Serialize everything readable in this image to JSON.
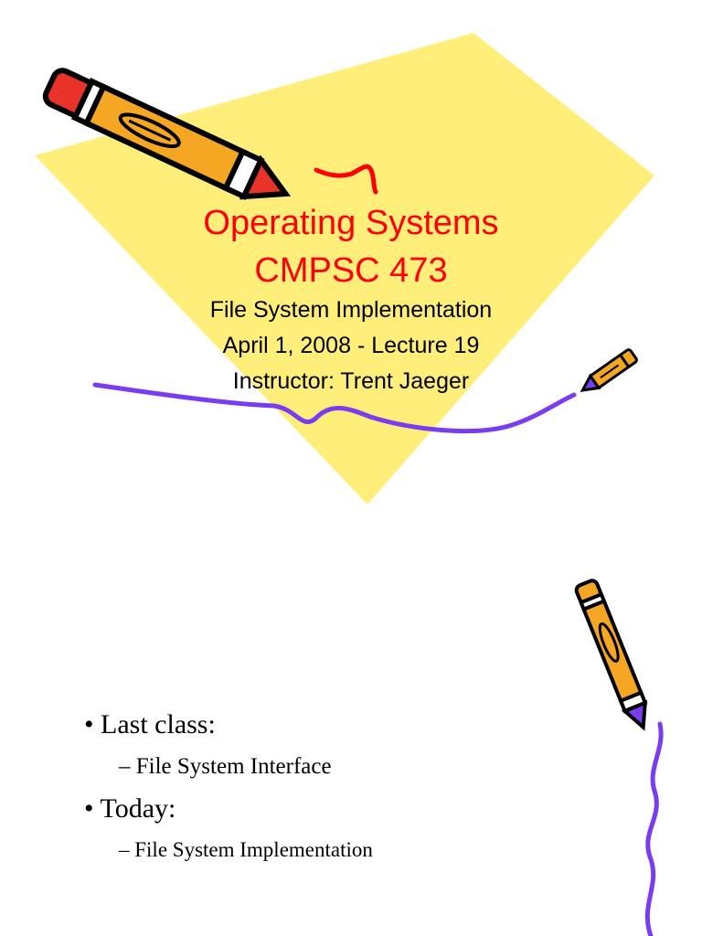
{
  "slide1": {
    "title_line1": "Operating Systems",
    "title_line2": "CMPSC 473",
    "subtitle_line1": "File System Implementation",
    "subtitle_line2": "April 1, 2008 - Lecture 19",
    "subtitle_line3": "Instructor: Trent Jaeger"
  },
  "slide2": {
    "bullets": [
      {
        "text": "Last class:",
        "sub": "File System Interface"
      },
      {
        "text": "Today:",
        "sub": "File System Implementation"
      }
    ]
  },
  "colors": {
    "title": "#ff0000",
    "diamond": "#ffef7a",
    "squiggle": "#7a3cf0",
    "pencil_body": "#f5a623",
    "pencil_eraser": "#e8322a"
  },
  "icons": [
    "pencil-icon",
    "small-pencil-icon",
    "vertical-pencil-icon"
  ]
}
